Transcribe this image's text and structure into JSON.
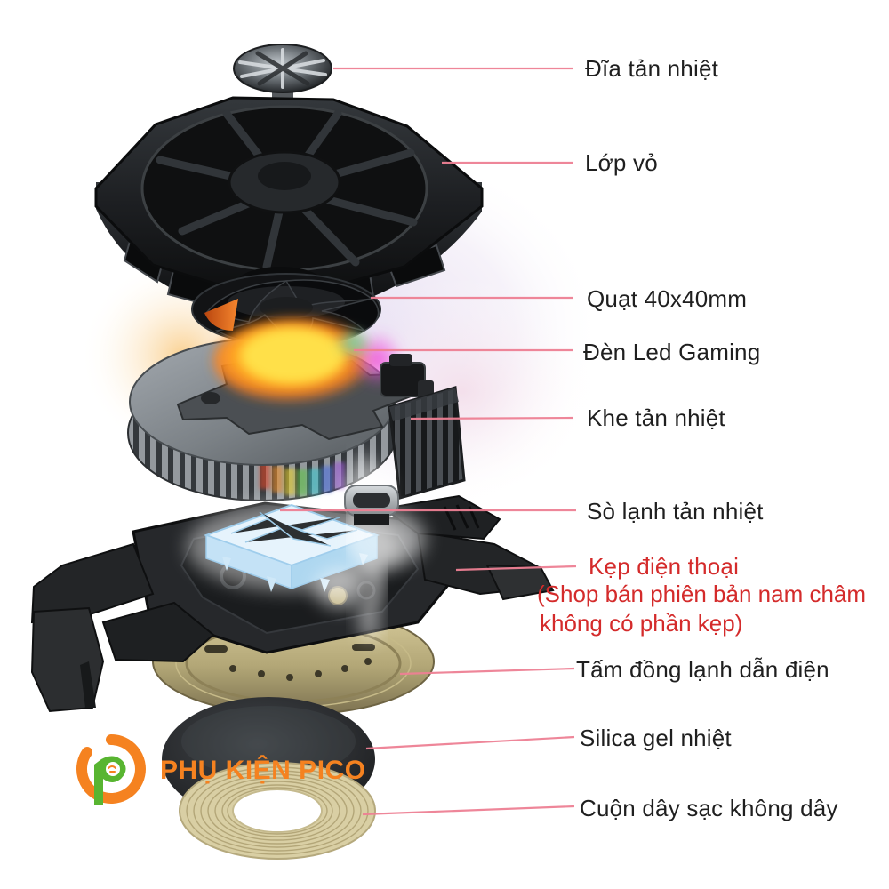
{
  "page": {
    "background_color": "#ffffff"
  },
  "labels": [
    {
      "text": "Đĩa tản nhiệt",
      "color": "#1f1f1f"
    },
    {
      "text": "Lớp vỏ",
      "color": "#1f1f1f"
    },
    {
      "text": "Quạt 40x40mm",
      "color": "#1f1f1f"
    },
    {
      "text": "Đèn Led Gaming",
      "color": "#1f1f1f"
    },
    {
      "text": "Khe tản nhiệt",
      "color": "#1f1f1f"
    },
    {
      "text": "Sò lạnh tản nhiệt",
      "color": "#1f1f1f"
    },
    {
      "text": "Kẹp điện thoại",
      "color": "#d42b2b"
    },
    {
      "text": "Tấm đồng lạnh dẫn điện",
      "color": "#1f1f1f"
    },
    {
      "text": "Silica gel nhiệt",
      "color": "#1f1f1f"
    },
    {
      "text": "Cuộn dây sạc không dây",
      "color": "#1f1f1f"
    }
  ],
  "clip_note": {
    "line1": "(Shop bán phiên bản nam châm",
    "line2": "không có phần kẹp)",
    "color": "#d42b2b"
  },
  "logo": {
    "text": "PHỤ KIỆN PICO",
    "icon": "pico-circle-p-logo",
    "orange": "#f58220",
    "green": "#58b531"
  },
  "style": {
    "label_color": "#1f1f1f",
    "accent_red": "#d42b2b",
    "leader_line_color": "#ee8094",
    "gold_color": "#c9bc8e",
    "ice_color": "#cfe8f8"
  }
}
